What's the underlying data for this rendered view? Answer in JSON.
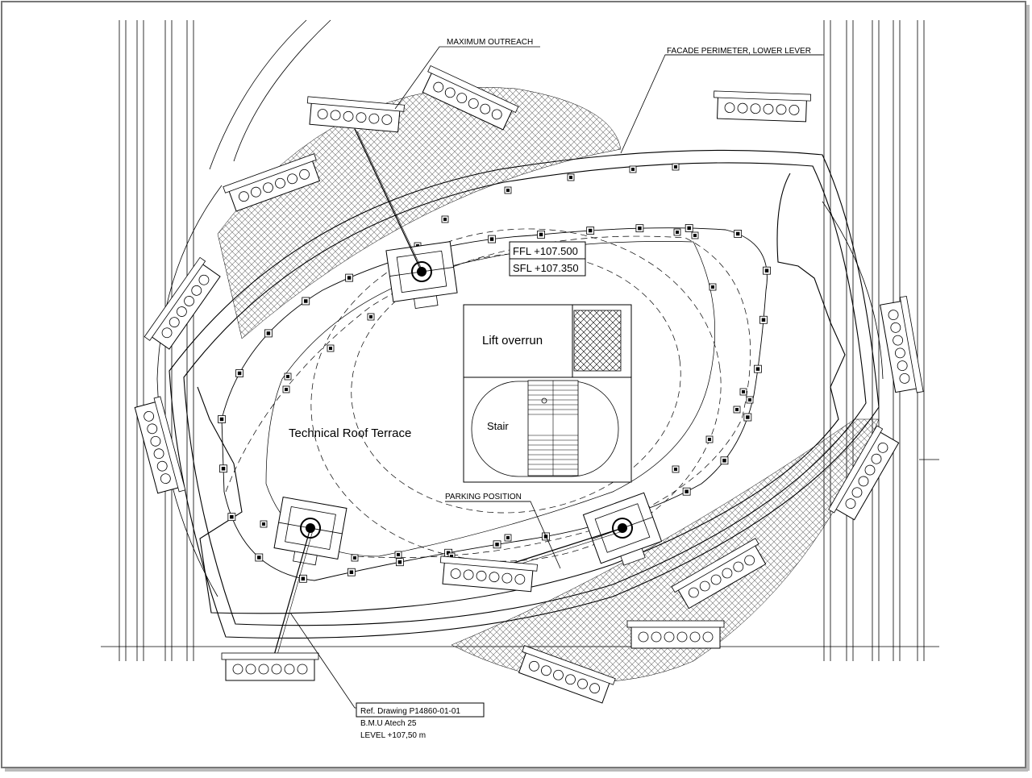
{
  "labels": {
    "maximum_outreach": "MAXIMUM OUTREACH",
    "facade_perimeter": "FACADE PERIMETER, LOWER LEVER",
    "ffl": "FFL +107.500",
    "sfl": "SFL +107.350",
    "lift_overrun": "Lift overrun",
    "stair": "Stair",
    "roof_terrace": "Technical Roof Terrace",
    "parking_position": "PARKING POSITION",
    "ref_drawing": "Ref. Drawing  P14860-01-01",
    "bmu": "B.M.U Atech 25",
    "level": "LEVEL +107,50 m"
  }
}
